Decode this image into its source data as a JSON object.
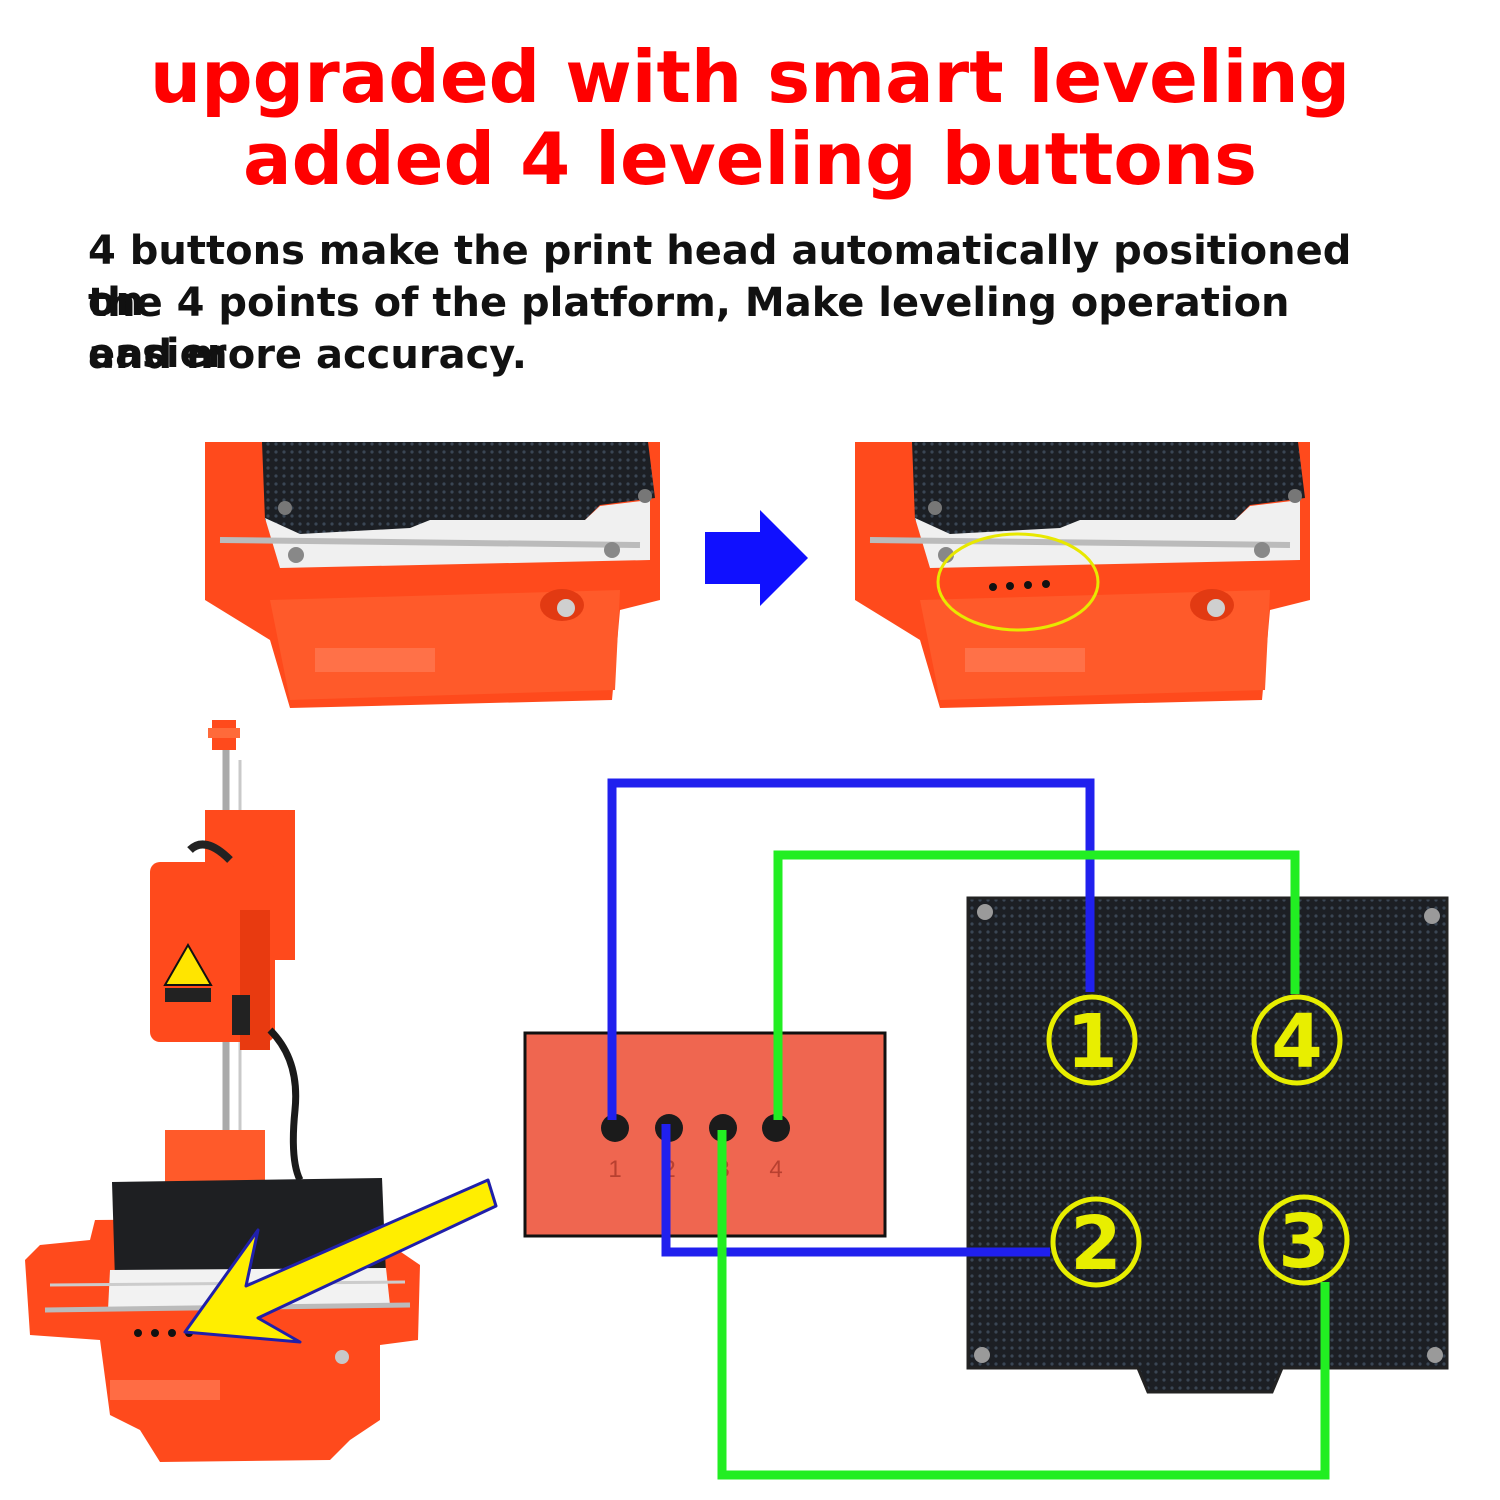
{
  "heading": {
    "line1": "upgraded with smart leveling",
    "line2": "added 4 leveling buttons"
  },
  "description": {
    "line1": "4 buttons make the print head automatically positioned on",
    "line2": "the 4 points of the platform, Make leveling operation easier",
    "line3": "and more accuracy."
  },
  "button_panel": {
    "labels": [
      "1",
      "2",
      "3",
      "4"
    ]
  },
  "platform": {
    "points": [
      "1",
      "4",
      "2",
      "3"
    ]
  },
  "colors": {
    "title": "#ff0000",
    "printer_orange": "#ff4a1c",
    "arrow_blue": "#1010ff",
    "wire_blue": "#2020ee",
    "wire_green": "#22ee22",
    "circle_yellow": "#e8ee00",
    "panel_fill": "#ef6650"
  }
}
